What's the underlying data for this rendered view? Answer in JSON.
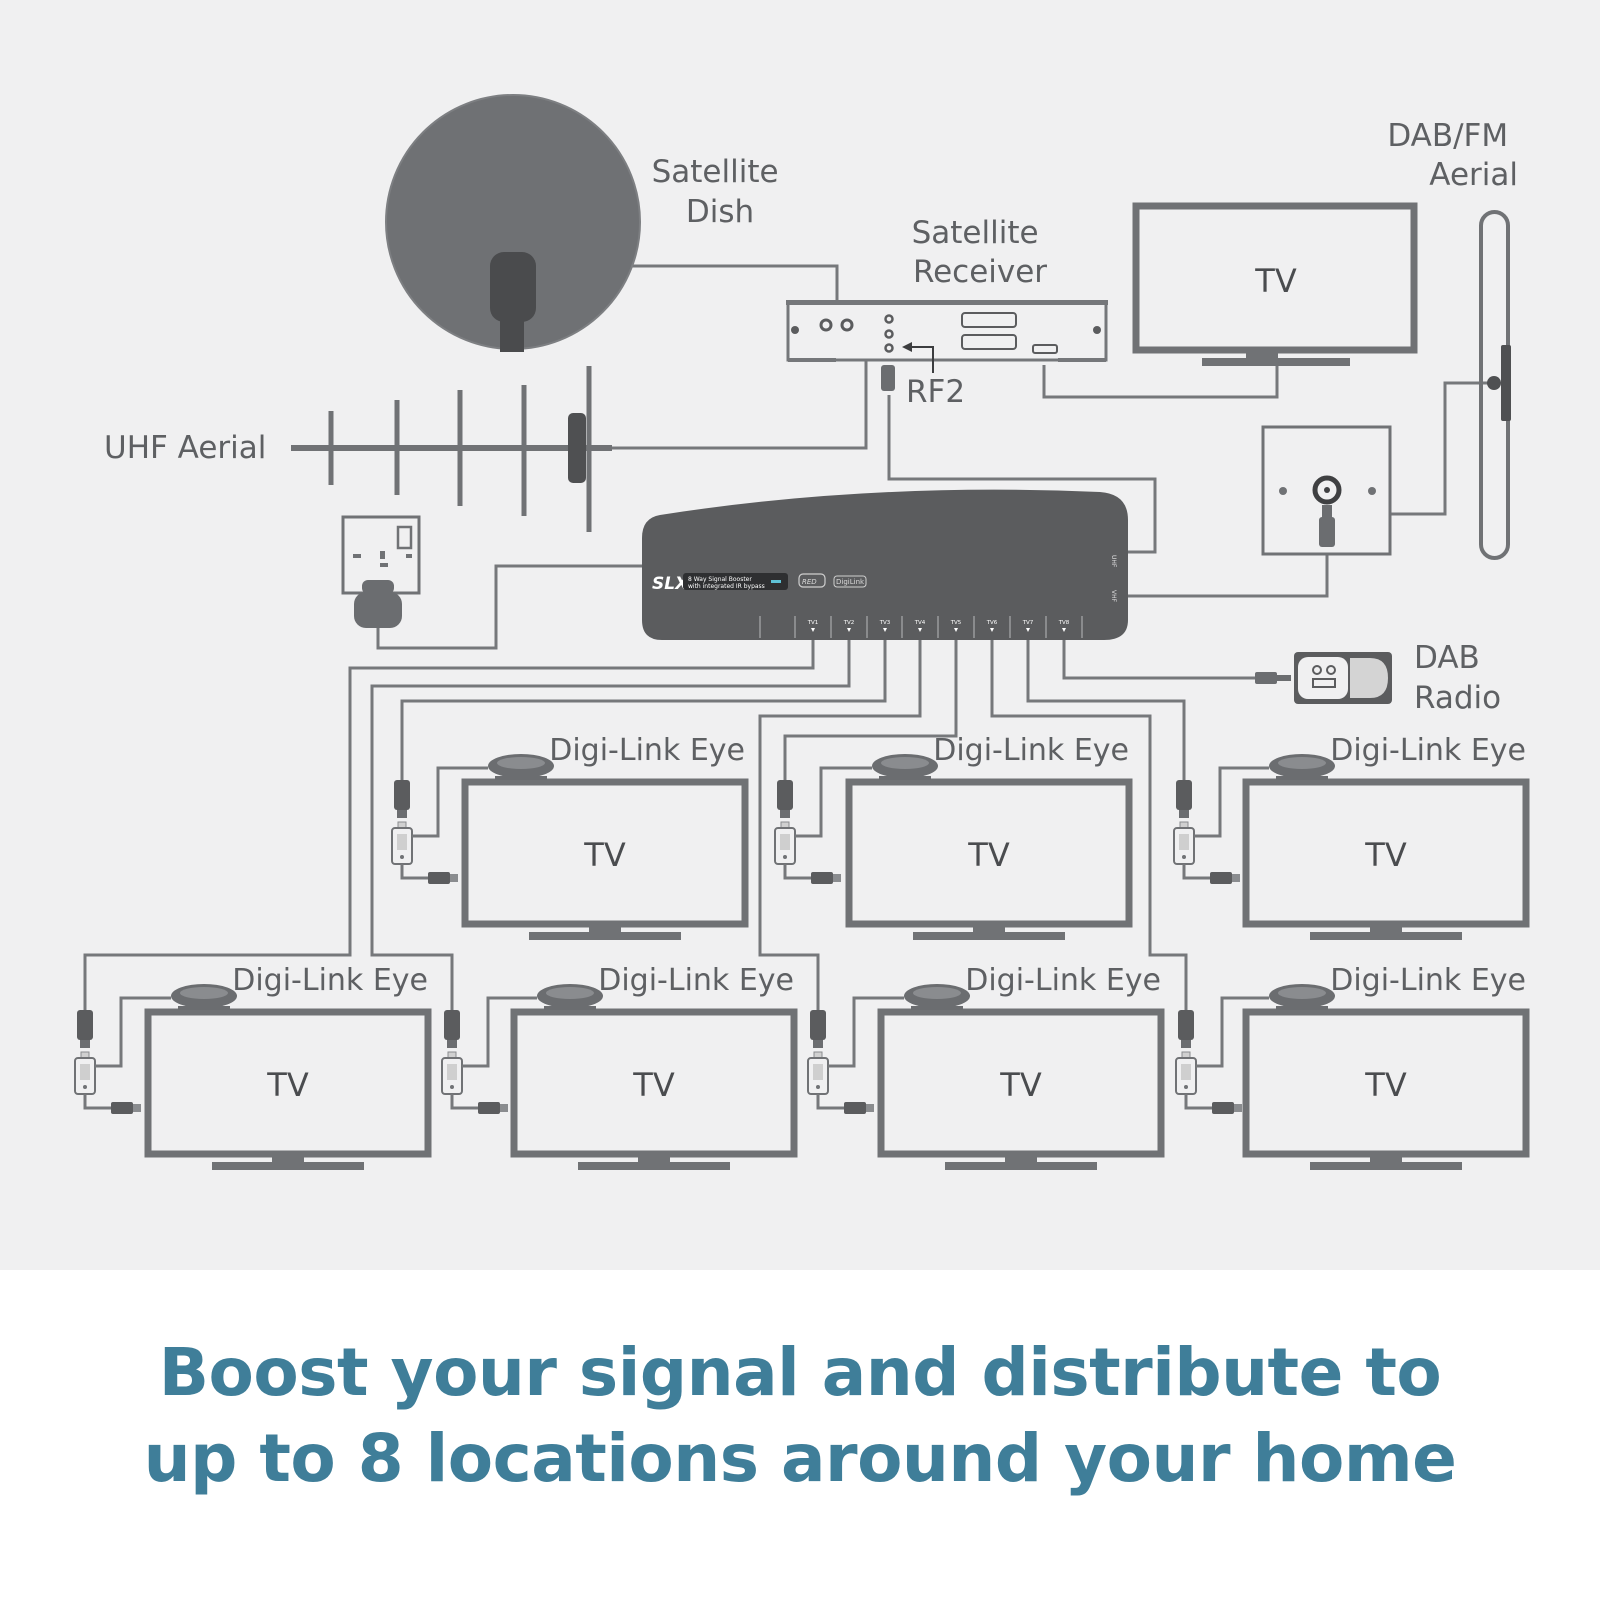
{
  "labels": {
    "satellite_dish": [
      "Satellite",
      "Dish"
    ],
    "satellite_receiver": [
      "Satellite",
      "Receiver"
    ],
    "dab_fm_aerial": [
      "DAB/FM",
      "Aerial"
    ],
    "uhf_aerial": "UHF Aerial",
    "rf2": "RF2",
    "dab_radio": [
      "DAB",
      "Radio"
    ],
    "tv": "TV",
    "digi_link_eye": "Digi-Link Eye"
  },
  "booster": {
    "brand": "SLX",
    "model": "8 Way Signal Booster",
    "sub": "with integrated IR bypass",
    "badge_red": "RED",
    "badge_digilink": "DigiLink",
    "inputs": [
      "UHF",
      "VHF"
    ],
    "ports": [
      "TV1",
      "TV2",
      "TV3",
      "TV4",
      "TV5",
      "TV6",
      "TV7",
      "TV8"
    ]
  },
  "caption": [
    "Boost your signal and distribute to",
    "up to 8 locations around your home"
  ],
  "colors": {
    "background": "#f0f0f1",
    "device": "#5b5c5e",
    "line": "#76787b",
    "caption": "#3f7e99"
  }
}
